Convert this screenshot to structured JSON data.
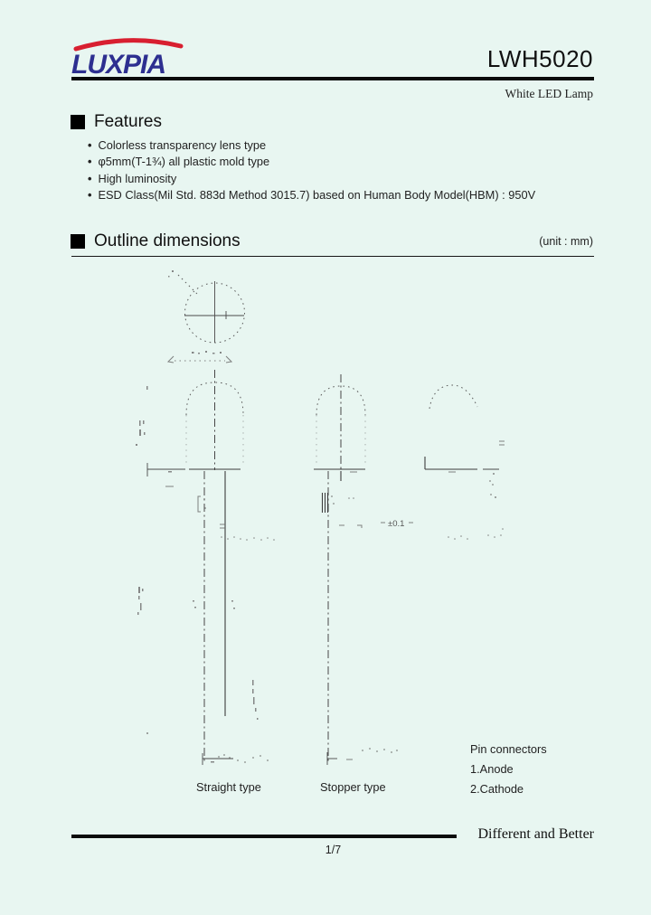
{
  "header": {
    "brand": "LUXPIA",
    "model": "LWH5020",
    "subtitle": "White LED Lamp"
  },
  "features": {
    "heading": "Features",
    "items": [
      "Colorless transparency lens type",
      "φ5mm(T-1¾) all plastic mold type",
      "High luminosity",
      "ESD Class(Mil Std. 883d Method 3015.7) based on Human Body Model(HBM) : 950V"
    ]
  },
  "outline": {
    "heading": "Outline dimensions",
    "unit_note": "(unit : mm)",
    "tolerance_label": "±0.1",
    "type_labels": {
      "straight": "Straight type",
      "stopper": "Stopper type"
    },
    "pins": {
      "title": "Pin connectors",
      "items": [
        "1.Anode",
        "2.Cathode"
      ]
    }
  },
  "footer": {
    "tagline": "Different and Better",
    "page": "1/7"
  },
  "colors": {
    "background": "#e8f6f1",
    "brand_blue": "#2d2f90",
    "brand_red": "#d81f30",
    "rule_black": "#0a0a0a"
  }
}
